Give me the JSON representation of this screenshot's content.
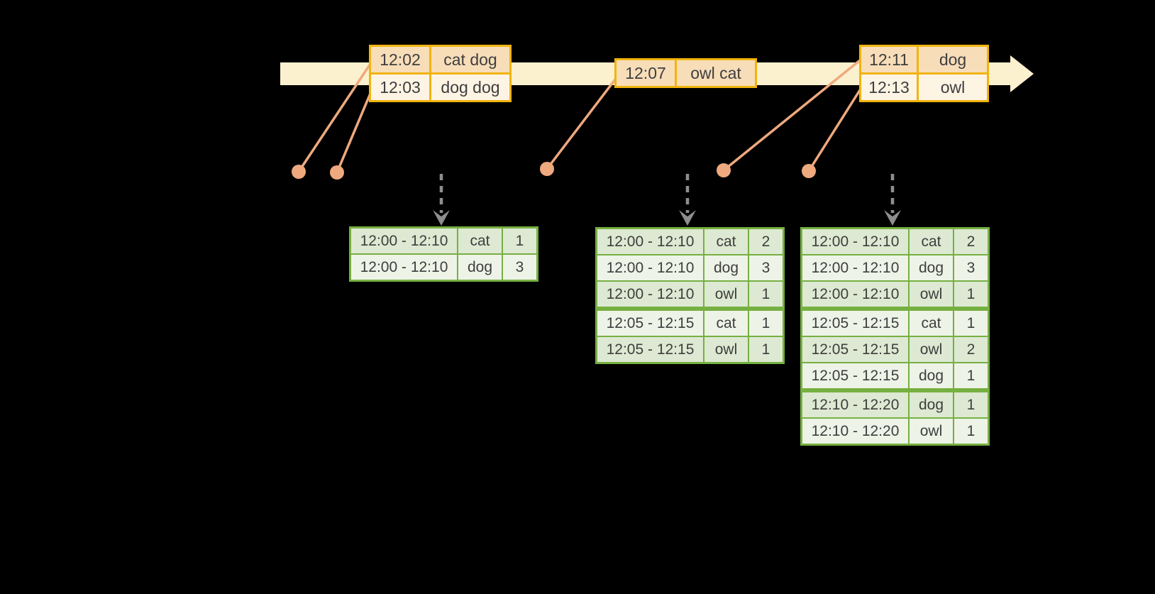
{
  "colors": {
    "background": "#000000",
    "timeline-band": "#fbf1cf",
    "event-border": "#f1b40e",
    "event-row-dark": "#f8ddb9",
    "event-row-light": "#fdf4e4",
    "connector": "#efa97e",
    "result-border": "#76b041",
    "result-row-dark": "#dde9d2",
    "result-row-light": "#eef3e7",
    "trigger-arrow": "#8e8e8e",
    "text": "#3e3e3e"
  },
  "timeline": {
    "event_groups": [
      {
        "rows": [
          {
            "time": "12:02",
            "words": "cat dog"
          },
          {
            "time": "12:03",
            "words": "dog dog"
          }
        ]
      },
      {
        "rows": [
          {
            "time": "12:07",
            "words": "owl cat"
          }
        ]
      },
      {
        "rows": [
          {
            "time": "12:11",
            "words": "dog"
          },
          {
            "time": "12:13",
            "words": "owl"
          }
        ]
      }
    ]
  },
  "result_tables": [
    {
      "rows": [
        [
          "12:00 - 12:10",
          "cat",
          "1"
        ],
        [
          "12:00 - 12:10",
          "dog",
          "3"
        ]
      ]
    },
    {
      "rows": [
        [
          "12:00 - 12:10",
          "cat",
          "2"
        ],
        [
          "12:00 - 12:10",
          "dog",
          "3"
        ],
        [
          "12:00 - 12:10",
          "owl",
          "1"
        ],
        [
          "12:05 - 12:15",
          "cat",
          "1"
        ],
        [
          "12:05 - 12:15",
          "owl",
          "1"
        ]
      ]
    },
    {
      "rows": [
        [
          "12:00 - 12:10",
          "cat",
          "2"
        ],
        [
          "12:00 - 12:10",
          "dog",
          "3"
        ],
        [
          "12:00 - 12:10",
          "owl",
          "1"
        ],
        [
          "12:05 - 12:15",
          "cat",
          "1"
        ],
        [
          "12:05 - 12:15",
          "owl",
          "2"
        ],
        [
          "12:05 - 12:15",
          "dog",
          "1"
        ],
        [
          "12:10 - 12:20",
          "dog",
          "1"
        ],
        [
          "12:10 - 12:20",
          "owl",
          "1"
        ]
      ]
    }
  ]
}
